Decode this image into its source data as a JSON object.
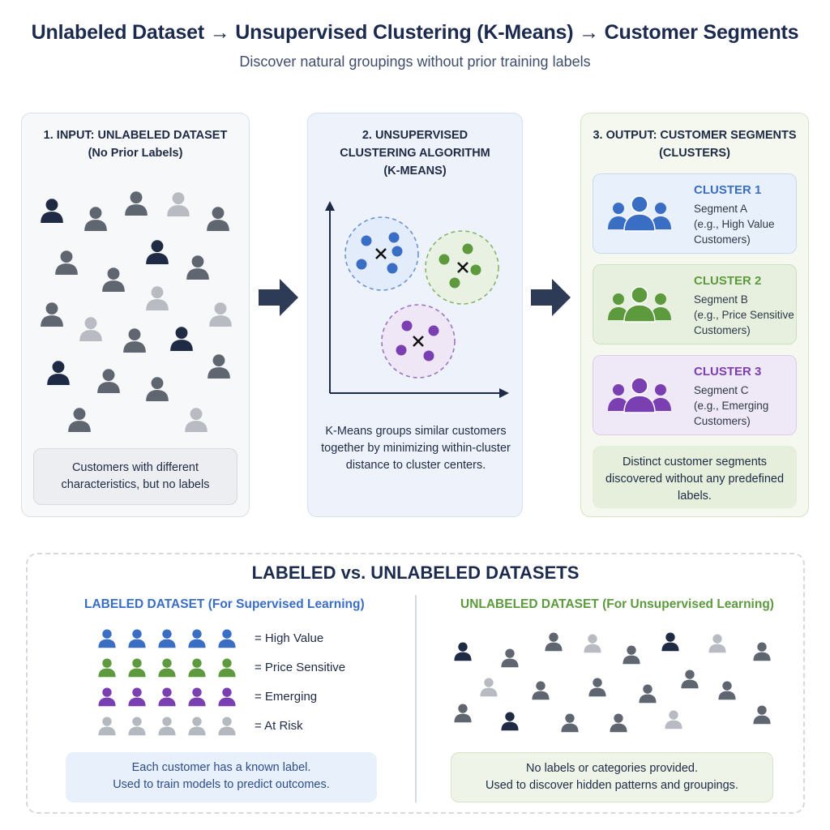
{
  "header": {
    "title": "Unlabeled Dataset → Unsupervised Clustering (K-Means) → Customer Segments",
    "subtitle": "Discover natural groupings without prior training labels"
  },
  "panel_input": {
    "title": "1. INPUT: UNLABELED DATASET",
    "subtitle": "(No Prior Labels)",
    "note": "Customers with different characteristics, but no labels"
  },
  "panel_algo": {
    "title_line1": "2. UNSUPERVISED",
    "title_line2": "CLUSTERING ALGORITHM",
    "title_line3": "(K-MEANS)",
    "note": "K-Means groups similar customers together by minimizing within-cluster distance to cluster centers."
  },
  "panel_output": {
    "title_line1": "3. OUTPUT: CUSTOMER SEGMENTS",
    "title_line2": "(CLUSTERS)",
    "clusters": [
      {
        "title": "CLUSTER 1",
        "segment": "Segment A",
        "desc": "(e.g., High Value Customers)",
        "color": "#3a6ec4"
      },
      {
        "title": "CLUSTER 2",
        "segment": "Segment B",
        "desc": "(e.g., Price Sensitive Customers)",
        "color": "#5d9a3e"
      },
      {
        "title": "CLUSTER 3",
        "segment": "Segment C",
        "desc": "(e.g., Emerging Customers)",
        "color": "#7a3fb0"
      }
    ],
    "note": "Distinct customer segments discovered without any predefined labels."
  },
  "comparison": {
    "title": "LABELED vs. UNLABELED DATASETS",
    "labeled_title": "LABELED DATASET (For Supervised Learning)",
    "unlabeled_title": "UNLABELED DATASET (For Unsupervised Learning)",
    "legend": [
      {
        "label": "= High Value",
        "color": "#3a6ec4"
      },
      {
        "label": "= Price Sensitive",
        "color": "#5d9a3e"
      },
      {
        "label": "= Emerging",
        "color": "#7a3fb0"
      },
      {
        "label": "= At Risk",
        "color": "#b4b8bf"
      }
    ],
    "labeled_note_line1": "Each customer has a known label.",
    "labeled_note_line2": "Used to train models to predict outcomes.",
    "unlabeled_note_line1": "No labels or categories provided.",
    "unlabeled_note_line2": "Used to discover hidden patterns and groupings."
  },
  "colors": {
    "dark": "#1f2a44",
    "mid": "#5f6670",
    "light": "#b8bcc2",
    "blue": "#3a6ec4",
    "green": "#5d9a3e",
    "purple": "#7a3fb0",
    "arrow": "#2d3b57"
  },
  "icons": [
    "person-icon",
    "arrow-right-icon",
    "cluster-center-x-icon",
    "group-icon"
  ]
}
